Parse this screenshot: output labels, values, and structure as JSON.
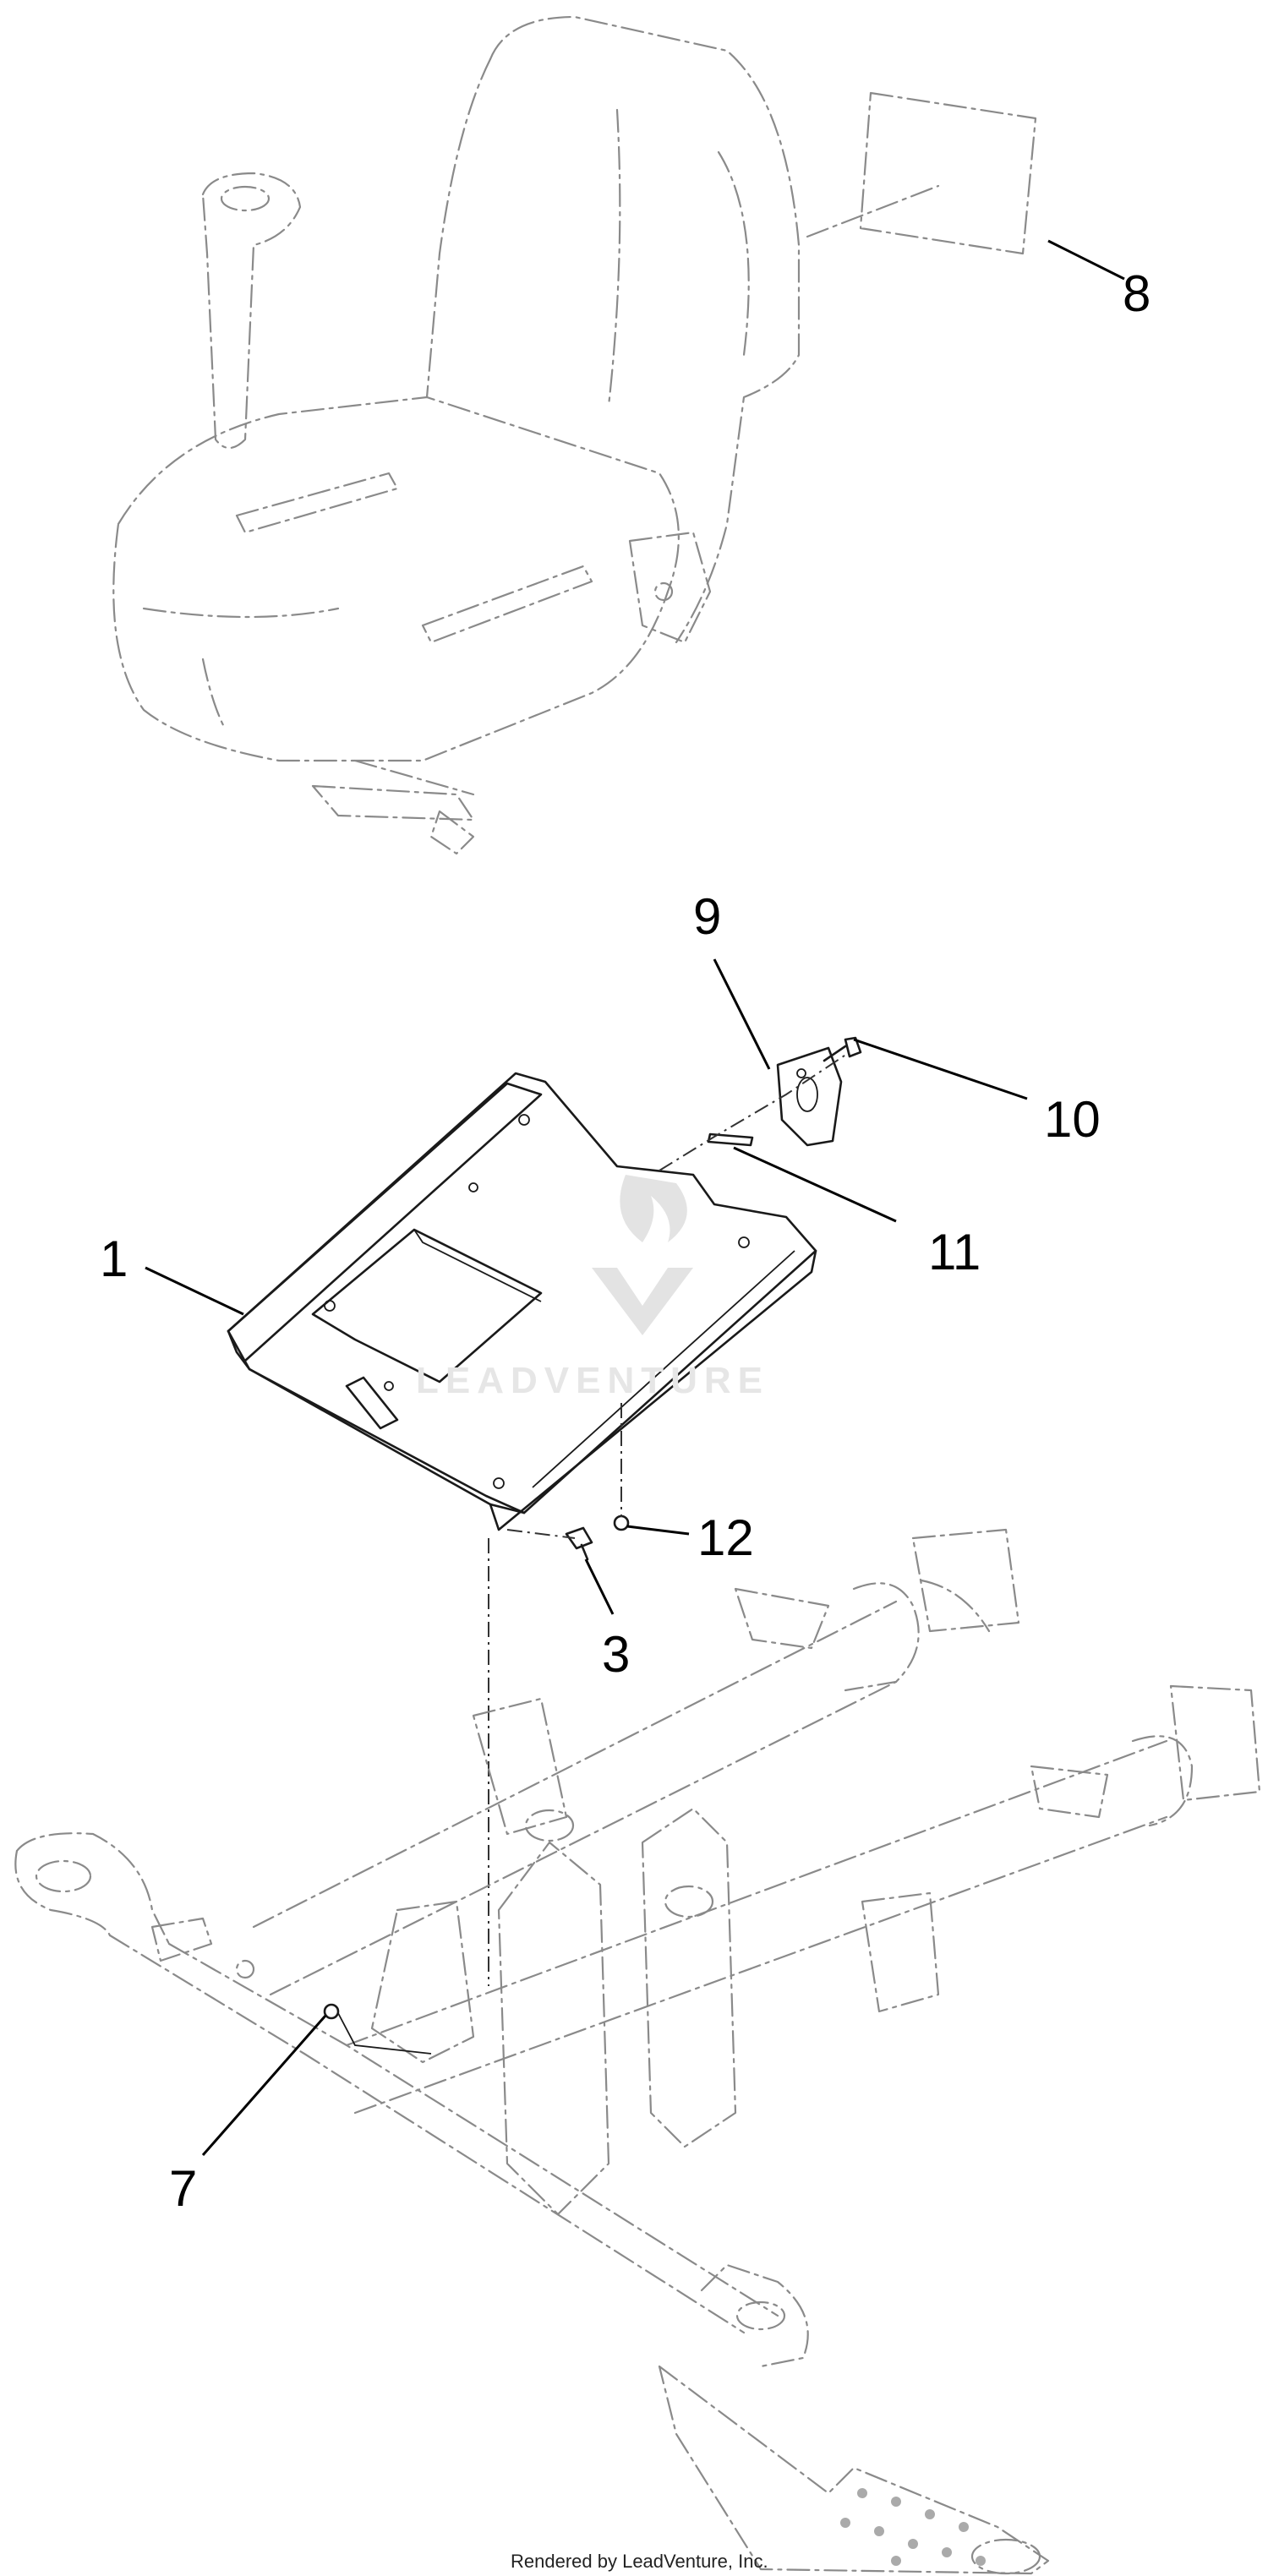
{
  "callouts": [
    {
      "id": "c8",
      "label": "8"
    },
    {
      "id": "c9",
      "label": "9"
    },
    {
      "id": "c10",
      "label": "10"
    },
    {
      "id": "c1",
      "label": "1"
    },
    {
      "id": "c11",
      "label": "11"
    },
    {
      "id": "c12",
      "label": "12"
    },
    {
      "id": "c3",
      "label": "3"
    },
    {
      "id": "c7",
      "label": "7"
    }
  ],
  "watermark": {
    "text": "LEADVENTURE"
  },
  "footer": {
    "text": "Rendered by LeadVenture, Inc."
  }
}
